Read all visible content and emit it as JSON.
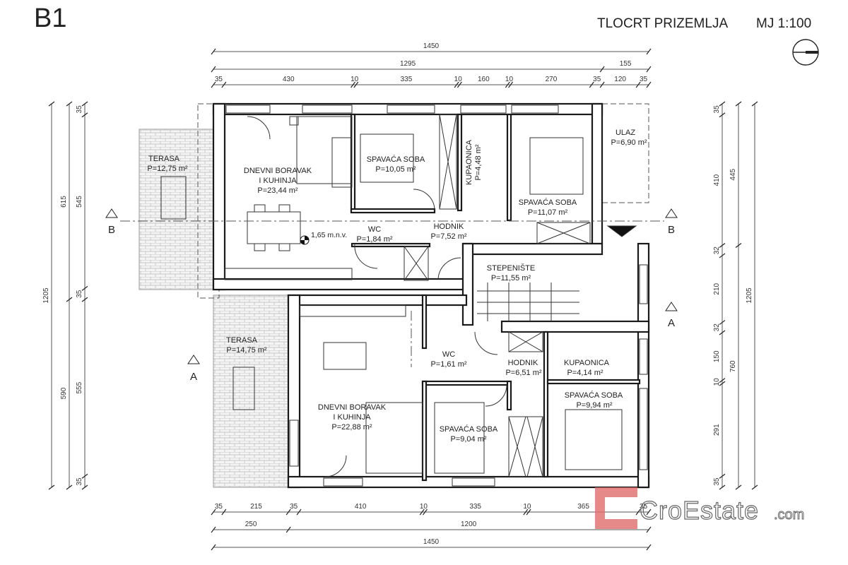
{
  "header": {
    "sheet_id": "B1",
    "title": "TLOCRT PRIZEMLJA",
    "scale": "MJ 1:100"
  },
  "rooms": {
    "terasa_upper": {
      "name": "TERASA",
      "area": "P=12,75 m²"
    },
    "dnevni_upper": {
      "name1": "DNEVNI BORAVAK",
      "name2": "I KUHINJA",
      "area": "P=23,44 m²"
    },
    "spavaca_1": {
      "name": "SPAVAĆA SOBA",
      "area": "P=10,05 m²"
    },
    "kupaonica_upper": {
      "name": "KUPAONICA",
      "area": "P=4,48 m²"
    },
    "spavaca_2": {
      "name": "SPAVAĆA SOBA",
      "area": "P=11,07 m²"
    },
    "ulaz": {
      "name": "ULAZ",
      "area": "P=6,90 m²"
    },
    "wc_upper": {
      "name": "WC",
      "area": "P=1,84 m²"
    },
    "hodnik_upper": {
      "name": "HODNIK",
      "area": "P=7,52 m²"
    },
    "stepeniste": {
      "name": "STEPENIŠTE",
      "area": "P=11,55 m²"
    },
    "terasa_lower": {
      "name": "TERASA",
      "area": "P=14,75 m²"
    },
    "wc_lower": {
      "name": "WC",
      "area": "P=1,61 m²"
    },
    "hodnik_lower": {
      "name": "HODNIK",
      "area": "P=6,51 m²"
    },
    "kupaonica_lower": {
      "name": "KUPAONICA",
      "area": "P=4,14 m²"
    },
    "spavaca_3": {
      "name": "SPAVAĆA SOBA",
      "area": "P=9,94 m²"
    },
    "dnevni_lower": {
      "name1": "DNEVNI BORAVAK",
      "name2": "I KUHINJA",
      "area": "P=22,88 m²"
    },
    "spavaca_4": {
      "name": "SPAVAĆA SOBA",
      "area": "P=9,04 m²"
    }
  },
  "level_mark": "1,65 m.n.v.",
  "sections": {
    "a": "A",
    "b": "B"
  },
  "dimensions": {
    "top": [
      {
        "total": [
          "1450"
        ],
        "values": [
          1450
        ]
      },
      {
        "values": [
          1295,
          155
        ]
      },
      {
        "values": [
          35,
          430,
          10,
          335,
          10,
          160,
          10,
          270,
          35,
          120,
          35
        ]
      }
    ],
    "bottom": [
      {
        "values": [
          35,
          215,
          35,
          410,
          10,
          335,
          10,
          365,
          35
        ]
      },
      {
        "values": [
          250,
          1200
        ]
      },
      {
        "values": [
          1450
        ]
      }
    ],
    "left": [
      {
        "values": [
          1205
        ]
      },
      {
        "values": [
          615,
          590
        ]
      },
      {
        "values": [
          35,
          545,
          35,
          555,
          35
        ]
      }
    ],
    "right": [
      {
        "values": [
          35,
          410,
          32,
          210,
          32,
          150,
          10,
          291,
          35
        ]
      },
      {
        "values": [
          445,
          760
        ]
      },
      {
        "values": [
          1205
        ]
      }
    ]
  },
  "watermark": {
    "brand": "CroEstate",
    "suffix": ".com",
    "color": "#e06b6b"
  }
}
